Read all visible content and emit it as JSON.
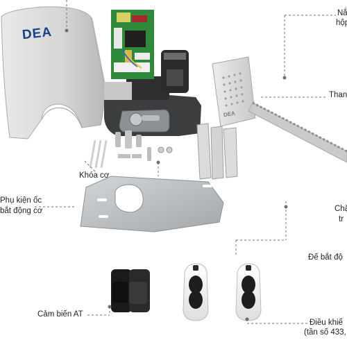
{
  "brand": {
    "logo_text": "DEA"
  },
  "labels": {
    "cover_partial": "Nắ",
    "box_partial": "hộp",
    "rack": "Thanh",
    "manual_lock": "Khóa cơ",
    "bolt_kit_line1": "Phụ kiện ốc",
    "bolt_kit_line2": "bắt động cơ",
    "brackets_line1": "Chặ",
    "brackets_line2": "tr",
    "base_plate": "Đế bắt độ",
    "photocell": "Cảm biến AT",
    "remote_line1": "Điều khiể",
    "remote_line2": "(tần số 433,"
  },
  "colors": {
    "leader": "#6f6f6f",
    "cover": "#d7d8d6",
    "plate": "#b9bcbf",
    "rack": "#c9ccc9",
    "pcb": "#2f8a3a",
    "logo": "#1b3e8c"
  }
}
